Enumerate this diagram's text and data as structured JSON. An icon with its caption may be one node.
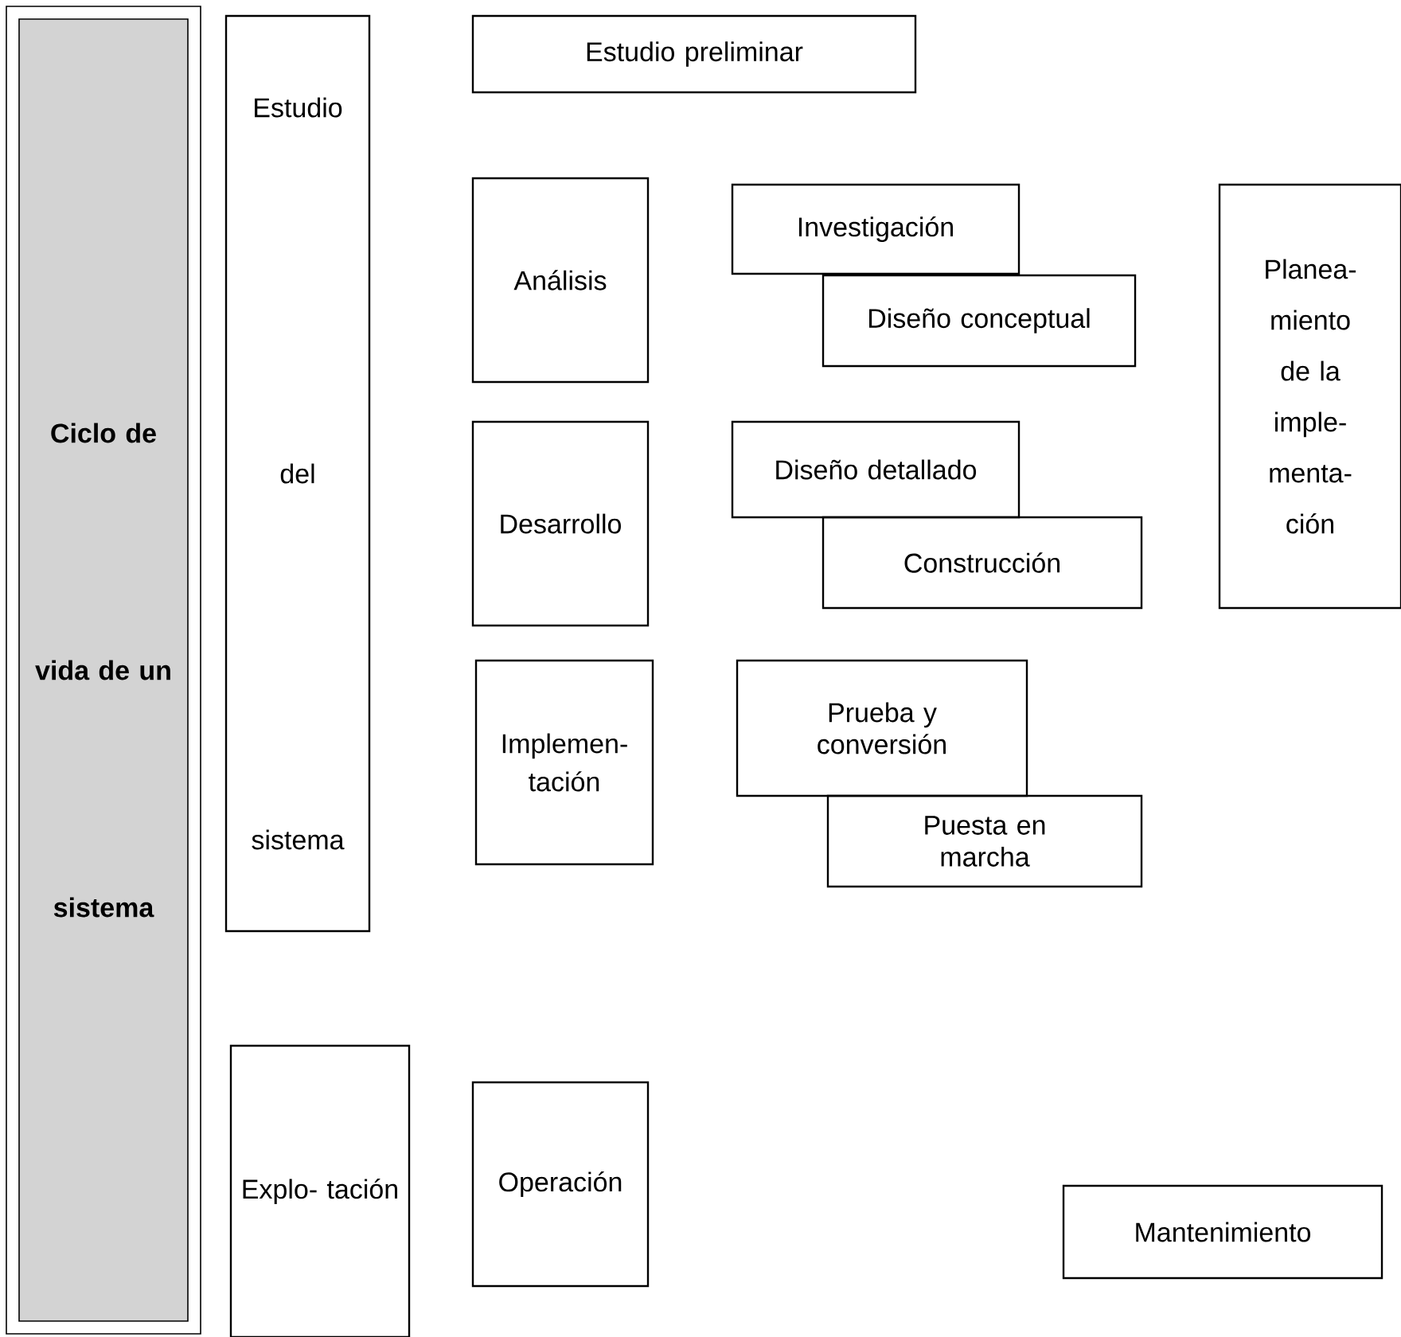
{
  "diagram": {
    "nodes": [
      {
        "text": [
          "Ciclo de vida de un sistema"
        ]
      },
      {
        "text": [
          "Estudio del sistema"
        ]
      },
      {
        "text": [
          "Estudio preliminar"
        ]
      },
      {
        "text": [
          "Análisis"
        ]
      },
      {
        "text": [
          "Investigación"
        ]
      },
      {
        "text": [
          "Diseño conceptual"
        ]
      },
      {
        "text": [
          "Planea- miento de la imple- menta- ción"
        ]
      },
      {
        "text": [
          "Desarrollo"
        ]
      },
      {
        "text": [
          "Diseño detallado"
        ]
      },
      {
        "text": [
          "Construcción"
        ]
      },
      {
        "text": [
          "Implemen- tación"
        ]
      },
      {
        "text": [
          "Prueba y conversión"
        ]
      },
      {
        "text": [
          "Puesta en marcha"
        ]
      },
      {
        "text": [
          "Explo- tación"
        ]
      },
      {
        "text": [
          "Operación"
        ]
      },
      {
        "text": [
          "Mantenimiento"
        ]
      }
    ]
  }
}
